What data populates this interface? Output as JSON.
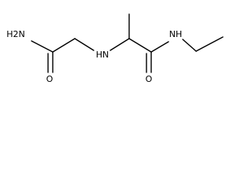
{
  "atoms": {
    "nh2": "H2N",
    "o_left": "O",
    "nh_center": "HN",
    "o_right": "O",
    "nh_right": "NH"
  },
  "colors": {
    "bond": "#000000",
    "background": "#ffffff"
  }
}
